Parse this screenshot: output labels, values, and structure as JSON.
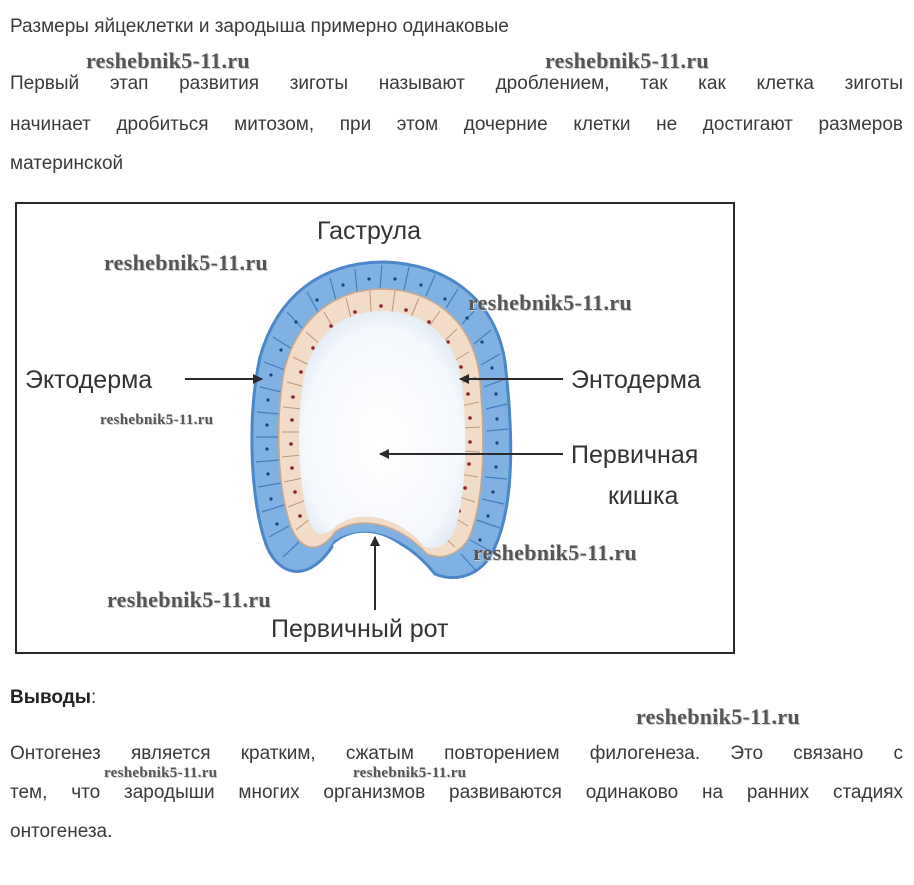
{
  "intro_line": "Размеры яйцеклетки и зародыша примерно одинаковые",
  "paragraph_lines": [
    "Первый этап развития зиготы называют дроблением, так как клетка зиготы",
    "начинает дробиться митозом, при этом дочерние клетки не достигают размеров",
    "материнской"
  ],
  "figure": {
    "title": "Гаструла",
    "labels": {
      "ectoderm": "Эктодерма",
      "endoderm": "Энтодерма",
      "gut_line1": "Первичная",
      "gut_line2": "кишка",
      "mouth": "Первичный рот"
    },
    "colors": {
      "ectoderm_outer": "#4a86c8",
      "ectoderm_fill": "#7fb1e3",
      "endoderm_fill": "#f2dcc8",
      "nucleus": "#8a2030",
      "frame": "#2a2a2a"
    }
  },
  "conclusion": {
    "heading": "Выводы",
    "colon": ":",
    "lines": [
      "Онтогенез является кратким, сжатым повторением филогенеза. Это связано с",
      "тем, что зародыши многих организмов развиваются одинаково на ранних стадиях",
      "онтогенеза."
    ]
  },
  "watermark": "reshebnik5-11.ru"
}
